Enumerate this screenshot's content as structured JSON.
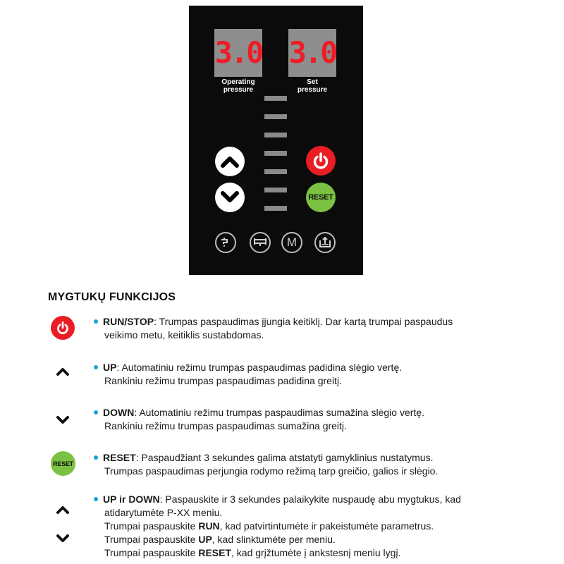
{
  "panel": {
    "display_left": "3.0",
    "display_right": "3.0",
    "caption_left_1": "Operating",
    "caption_left_2": "pressure",
    "caption_right_1": "Set",
    "caption_right_2": "pressure",
    "reset_label": "RESET",
    "mode_m_label": "M",
    "icons": [
      "up-arrow-icon",
      "down-arrow-icon",
      "power-icon",
      "tap-icon",
      "pipe-icon",
      "tank-level-icon"
    ]
  },
  "functions": {
    "heading": "MYGTUKŲ FUNKCIJOS",
    "reset_icon_label": "RESET",
    "run_stop": {
      "key": "RUN/STOP",
      "line1": ": Trumpas paspaudimas įjungia keitiklį. Dar kartą trumpai paspaudus",
      "line2": "veikimo metu, keitiklis sustabdomas."
    },
    "up": {
      "key": "UP",
      "line1": ": Automatiniu režimu trumpas paspaudimas padidina slėgio vertę.",
      "line2": "Rankiniu režimu trumpas paspaudimas padidina greitį."
    },
    "down": {
      "key": "DOWN",
      "line1": ": Automatiniu režimu trumpas paspaudimas sumažina slėgio vertę.",
      "line2": "Rankiniu režimu trumpas paspaudimas sumažina greitį."
    },
    "reset": {
      "key": "RESET",
      "line1": ": Paspaudžiant 3 sekundes galima atstatyti gamyklinius nustatymus.",
      "line2": "Trumpas paspaudimas perjungia rodymo režimą tarp greičio, galios ir slėgio."
    },
    "up_down": {
      "key": "UP ir DOWN",
      "line1": ": Paspauskite ir 3 sekundes palaikykite nuspaudę abu mygtukus, kad",
      "line2": "atidarytumėte P-XX meniu.",
      "line3_pre": "Trumpai paspauskite ",
      "line3_key": "RUN",
      "line3_post": ", kad patvirtintumėte ir pakeistumėte parametrus.",
      "line4_pre": "Trumpai paspauskite ",
      "line4_key": "UP",
      "line4_post": ", kad slinktumėte per meniu.",
      "line5_pre": "Trumpai paspauskite ",
      "line5_key": "RESET",
      "line5_post": ", kad grįžtumėte į ankstesnį meniu lygį."
    }
  },
  "colors": {
    "panel_bg": "#0b0b0b",
    "display_digits": "#ee1c24",
    "power_red": "#ea1d24",
    "reset_green": "#7cc242",
    "bullet_blue": "#1aa0dc"
  }
}
